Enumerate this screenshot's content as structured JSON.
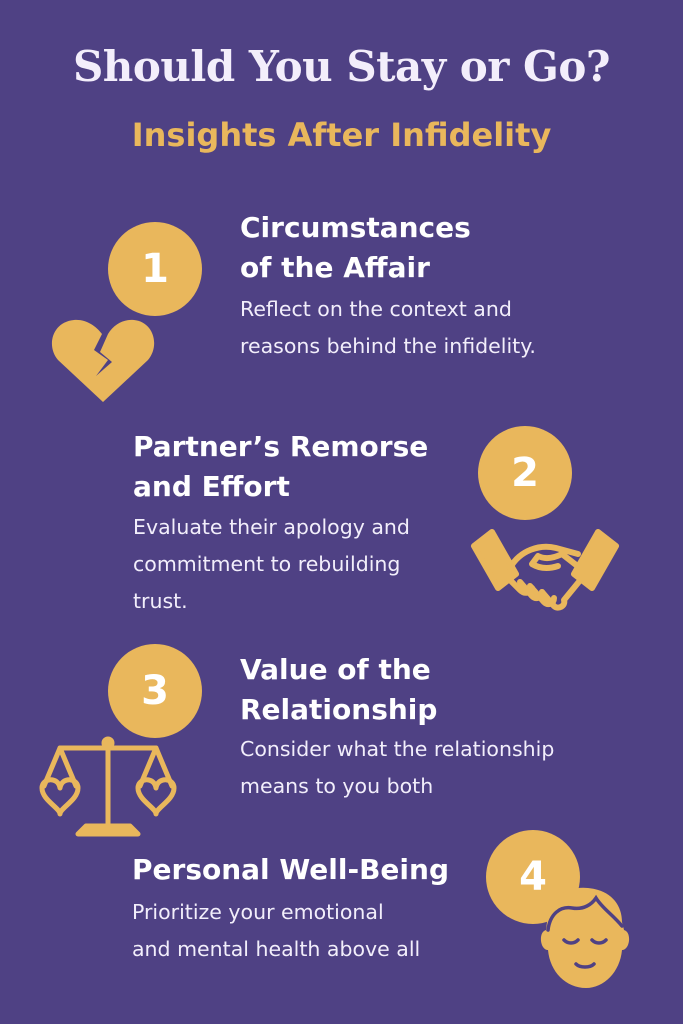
{
  "title": "Should You Stay or Go?",
  "subtitle": "Insights After Infidelity",
  "accent": "#e9b75c",
  "background": "#4f4184",
  "items": [
    {
      "number": "1",
      "heading": "Circumstances\nof the Affair",
      "text": "Reflect on the context and\nreasons behind the infidelity.",
      "icon": "broken-heart-icon"
    },
    {
      "number": "2",
      "heading": "Partner’s Remorse\nand Effort",
      "text": "Evaluate their apology and\ncommitment to rebuilding\ntrust.",
      "icon": "handshake-icon"
    },
    {
      "number": "3",
      "heading": "Value of the\nRelationship",
      "text": "Consider what the relationship\nmeans to you both",
      "icon": "balance-scale-icon"
    },
    {
      "number": "4",
      "heading": "Personal Well-Being",
      "text": "Prioritize your emotional\nand mental health above all",
      "icon": "calm-face-icon"
    }
  ]
}
